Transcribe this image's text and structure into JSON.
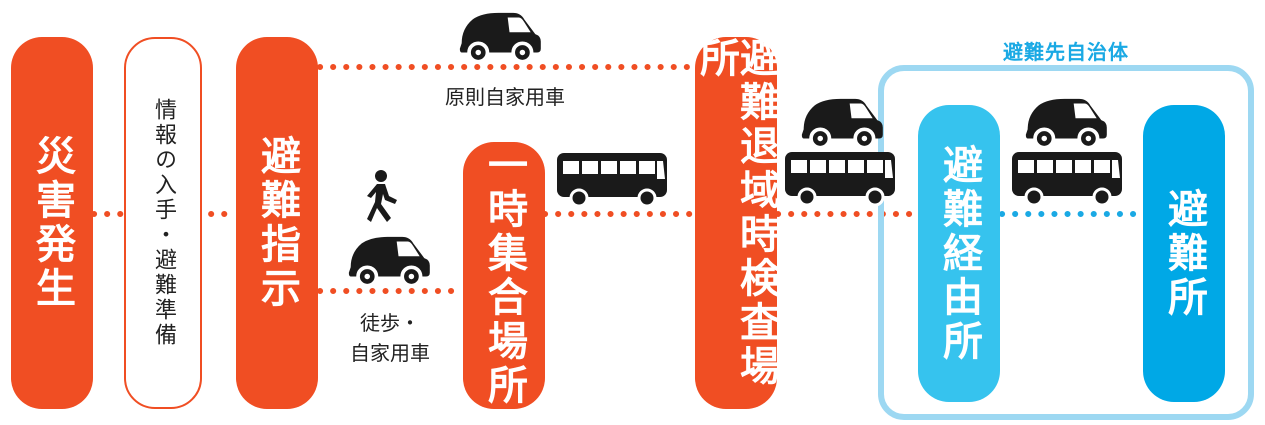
{
  "colors": {
    "orange": "#f04e23",
    "cyan": "#36c3ee",
    "blue": "#00a8e6",
    "region": "#9dd8f2",
    "vehicle": "#1a1a1a"
  },
  "nodes": {
    "disaster": "災害発生",
    "info": "情報の入手・避難準備",
    "evacuation_order": "避難指示",
    "assembly": "一時集合場所",
    "inspection": "避難退域時検査場所",
    "transit": "避難経由所",
    "shelter": "避難所"
  },
  "region_title": "避難先自治体",
  "route_labels": {
    "private_car": "原則自家用車",
    "walk_line1": "徒歩・",
    "walk_line2": "自家用車"
  },
  "icons": [
    "car-icon",
    "bus-icon",
    "walking-person-icon"
  ]
}
